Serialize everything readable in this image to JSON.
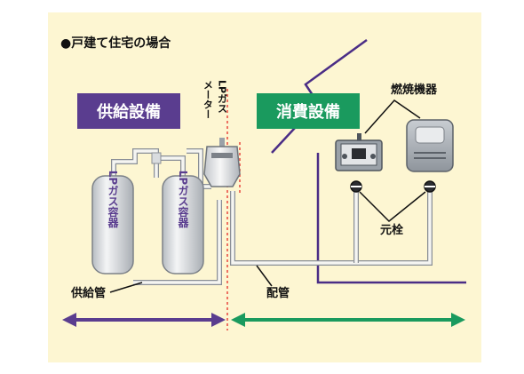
{
  "title": "●戸建て住宅の場合",
  "supply_label": "供給設備",
  "consumption_label": "消費設備",
  "lp_meter_label_line1": "LPガス",
  "lp_meter_label_line2": "メーター",
  "cylinder_label": "LPガス容器",
  "combustion_label": "燃焼機器",
  "valve_label": "元栓",
  "supply_pipe_label": "供給管",
  "distribution_pipe_label": "配管",
  "colors": {
    "background": "#fdf6d2",
    "supply": "#5a3d8f",
    "consumption": "#1a9a5e",
    "boundary": "#e8463c",
    "pipe_fill": "#f5f5f2",
    "pipe_stroke": "#8a8f96",
    "appliance_gray": "#9aa1a8"
  }
}
